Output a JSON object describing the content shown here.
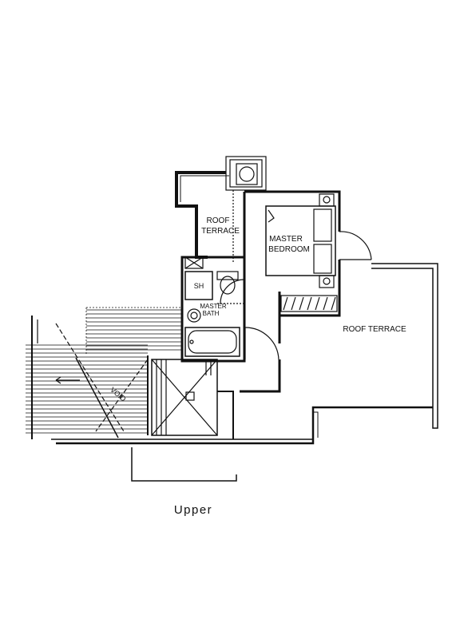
{
  "plan": {
    "level_caption": "Upper",
    "rooms": {
      "roof_terrace_small_line1": "ROOF",
      "roof_terrace_small_line2": "TERRACE",
      "master_bedroom_line1": "MASTER",
      "master_bedroom_line2": "BEDROOM",
      "roof_terrace_large": "ROOF TERRACE",
      "shower": "SH",
      "master_bath_line1": "MASTER",
      "master_bath_line2": "BATH",
      "void": "VOID"
    }
  }
}
